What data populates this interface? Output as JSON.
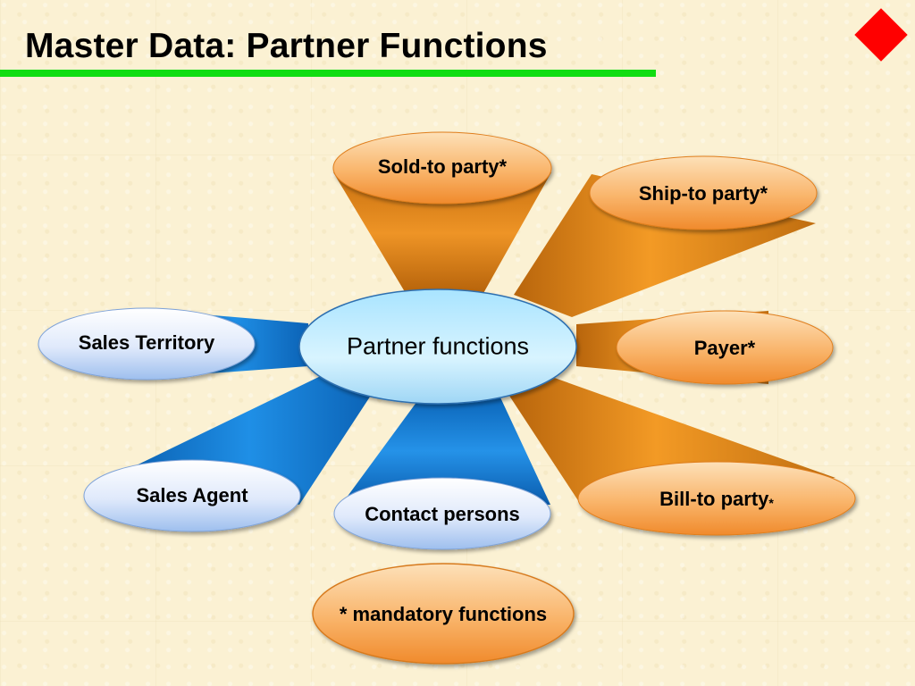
{
  "title": "Master Data: Partner Functions",
  "center": {
    "label": "Partner functions"
  },
  "partners": {
    "sold_to": "Sold-to party*",
    "ship_to": "Ship-to party*",
    "payer": "Payer*",
    "bill_to": "Bill-to party",
    "bill_to_mark": "*",
    "contact": "Contact persons",
    "agent": "Sales Agent",
    "territory": "Sales Territory"
  },
  "legend": {
    "mandatory": "* mandatory functions"
  },
  "colors": {
    "orange": "#f0962e",
    "blue": "#1a86dc",
    "title_rule": "#11dd11",
    "diamond": "#ff0000"
  }
}
